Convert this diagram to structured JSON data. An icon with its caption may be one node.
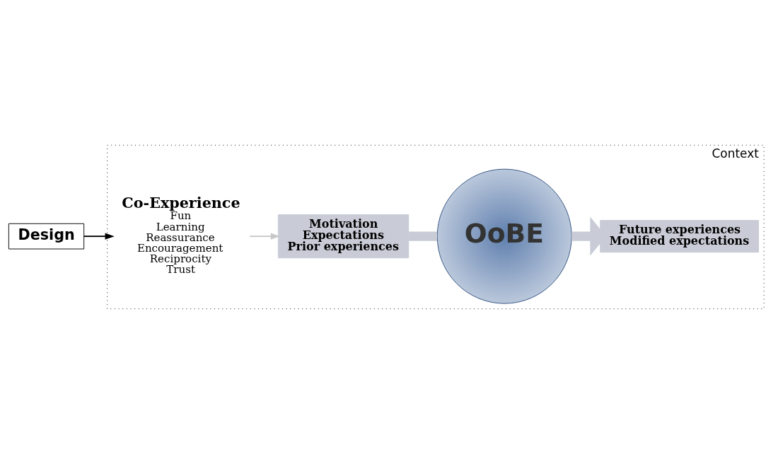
{
  "diagram": {
    "nodes": [
      {
        "text": [
          "Context"
        ]
      },
      {
        "text": [
          "Design"
        ]
      },
      {
        "text": [
          "Co-Experience",
          "Fun",
          "Learning",
          "Reassurance",
          "Encouragement",
          "Reciprocity",
          "Trust"
        ],
        "in": 0
      },
      {
        "text": [
          "Motivation",
          "Expectations",
          "Prior experiences"
        ],
        "in": 0
      },
      {
        "text": [
          "OoBE"
        ],
        "in": 0
      },
      {
        "text": [
          "Future experiences",
          "Modified expectations"
        ],
        "in": 0
      }
    ],
    "edges": [
      {
        "from": 1,
        "to": 2,
        "arrow": "to",
        "color": "#000000"
      },
      {
        "from": 2,
        "to": 3,
        "arrow": "to",
        "color": "#c8c8c8"
      },
      {
        "from": 3,
        "to": 4,
        "arrow": "none",
        "style": "thick",
        "color": "#c9ccd6"
      },
      {
        "from": 4,
        "to": 5,
        "arrow": "to",
        "style": "thick",
        "color": "#c9ccd6"
      }
    ]
  }
}
